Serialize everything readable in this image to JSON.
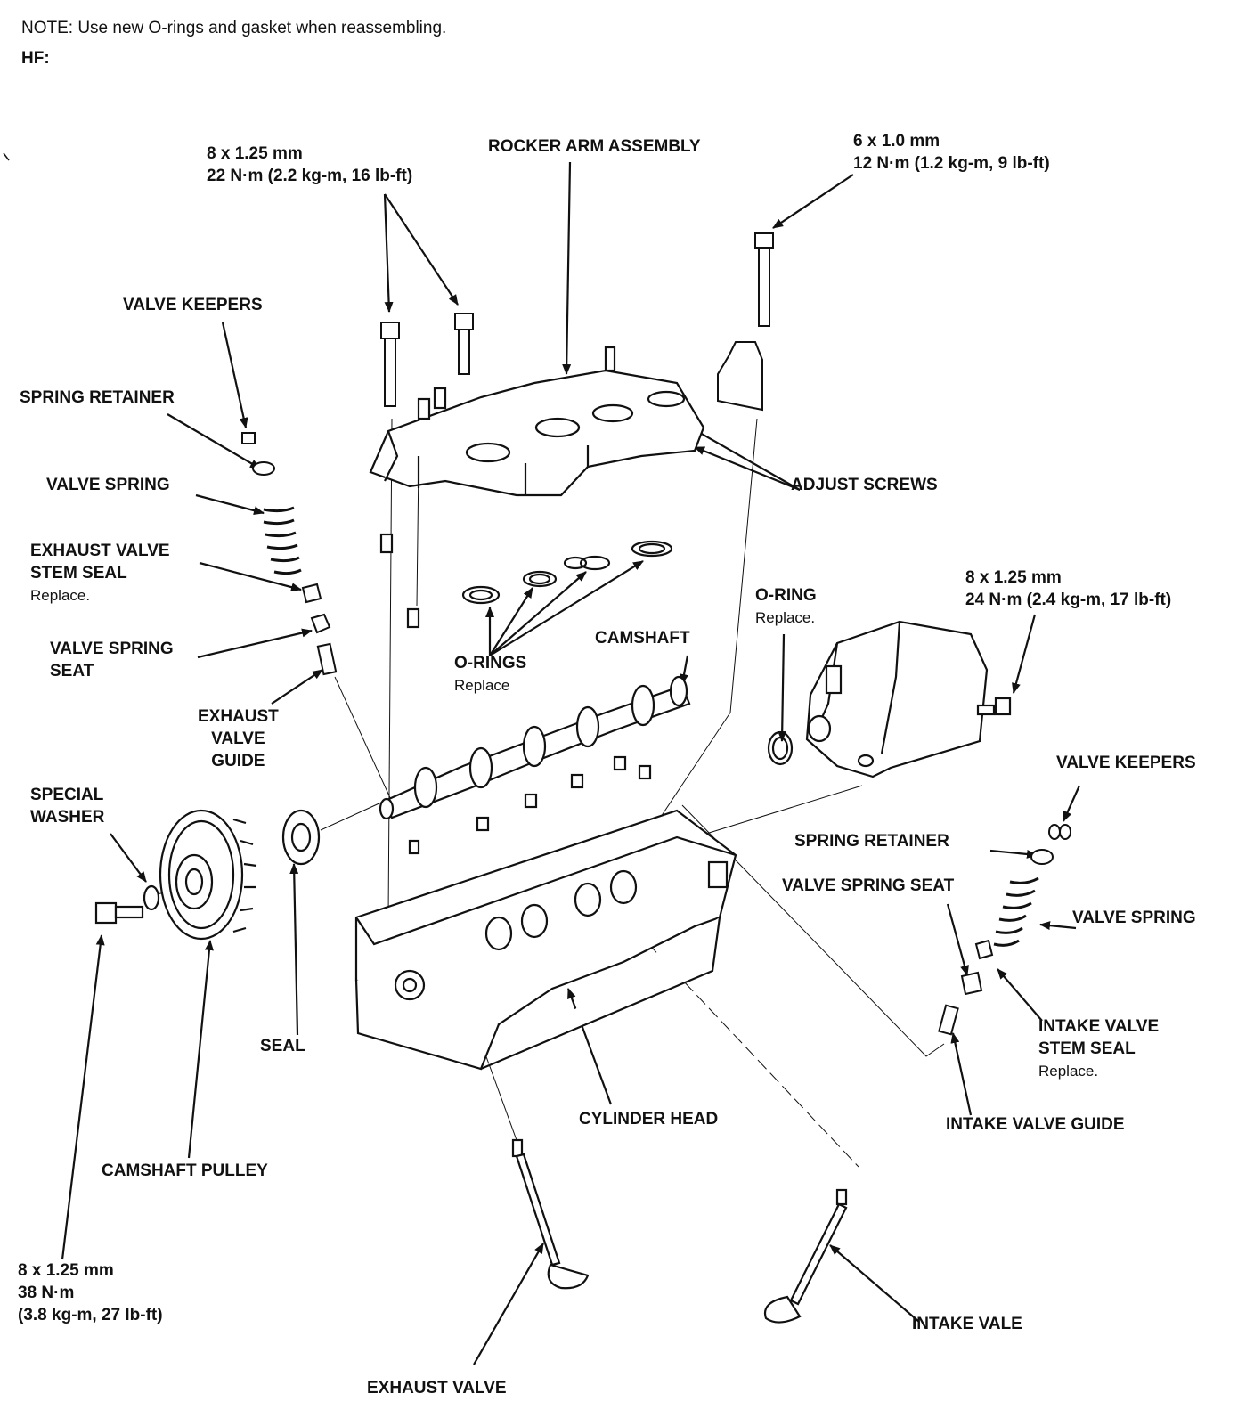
{
  "note": "NOTE: Use new O-rings and gasket when reassembling.",
  "engine": "HF:",
  "labels": {
    "rocker_bolt_spec": [
      "8 x 1.25 mm",
      "22 N·m (2.2 kg-m, 16 lb-ft)"
    ],
    "rocker_arm_assembly": "ROCKER ARM ASSEMBLY",
    "distributor_bolt_spec": [
      "6 x 1.0 mm",
      "12 N·m (1.2 kg-m, 9 lb-ft)"
    ],
    "valve_keepers_left": "VALVE KEEPERS",
    "spring_retainer_left": "SPRING RETAINER",
    "valve_spring_left": "VALVE SPRING",
    "exhaust_valve_stem_seal": [
      "EXHAUST VALVE",
      "STEM SEAL",
      "Replace."
    ],
    "valve_spring_seat_left": [
      "VALVE SPRING",
      "SEAT"
    ],
    "exhaust_valve_guide": [
      "EXHAUST",
      "VALVE",
      "GUIDE"
    ],
    "adjust_screws": "ADJUST SCREWS",
    "o_rings": [
      "O-RINGS",
      "Replace"
    ],
    "camshaft": "CAMSHAFT",
    "o_ring": [
      "O-RING",
      "Replace."
    ],
    "housing_bolt_spec": [
      "8 x 1.25 mm",
      "24 N·m (2.4 kg-m, 17 lb-ft)"
    ],
    "special_washer": [
      "SPECIAL",
      "WASHER"
    ],
    "valve_keepers_right": "VALVE KEEPERS",
    "spring_retainer_right": "SPRING RETAINER",
    "valve_spring_seat_right": "VALVE SPRING SEAT",
    "valve_spring_right": "VALVE SPRING",
    "intake_valve_stem_seal": [
      "INTAKE VALVE",
      "STEM SEAL",
      "Replace."
    ],
    "seal": "SEAL",
    "cylinder_head": "CYLINDER HEAD",
    "intake_valve_guide": "INTAKE VALVE GUIDE",
    "camshaft_pulley": "CAMSHAFT PULLEY",
    "pulley_bolt_spec": [
      "8 x 1.25 mm",
      "38 N·m",
      "(3.8 kg-m, 27 lb-ft)"
    ],
    "intake_valve": "INTAKE VALE",
    "exhaust_valve": "EXHAUST VALVE"
  }
}
